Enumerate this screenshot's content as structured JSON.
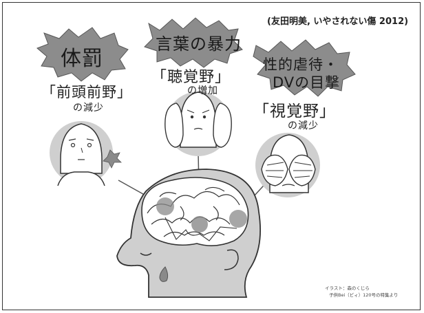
{
  "citation": "(友田明美, いやされない傷 2012)",
  "panels": [
    {
      "id": "punishment",
      "burst_label": "体罰",
      "region_label": "「前頭前野」",
      "effect_label": "の減少"
    },
    {
      "id": "verbal",
      "burst_label": "言葉の暴力",
      "region_label": "「聴覚野」",
      "effect_label": "の増加"
    },
    {
      "id": "witness",
      "burst_label_line1": "性的虐待・",
      "burst_label_line2": "DVの目撃",
      "region_label": "「視覚野」",
      "effect_label": "の減少"
    }
  ],
  "credit": {
    "line1": "イラスト：森のくじら",
    "line2": "子供Bei（ビィ）120号の特集より"
  },
  "colors": {
    "burst_fill": "#8c8c8c",
    "head_fill": "#cfcfcf",
    "brain_spot": "#8a8a8a",
    "line": "#333333"
  }
}
